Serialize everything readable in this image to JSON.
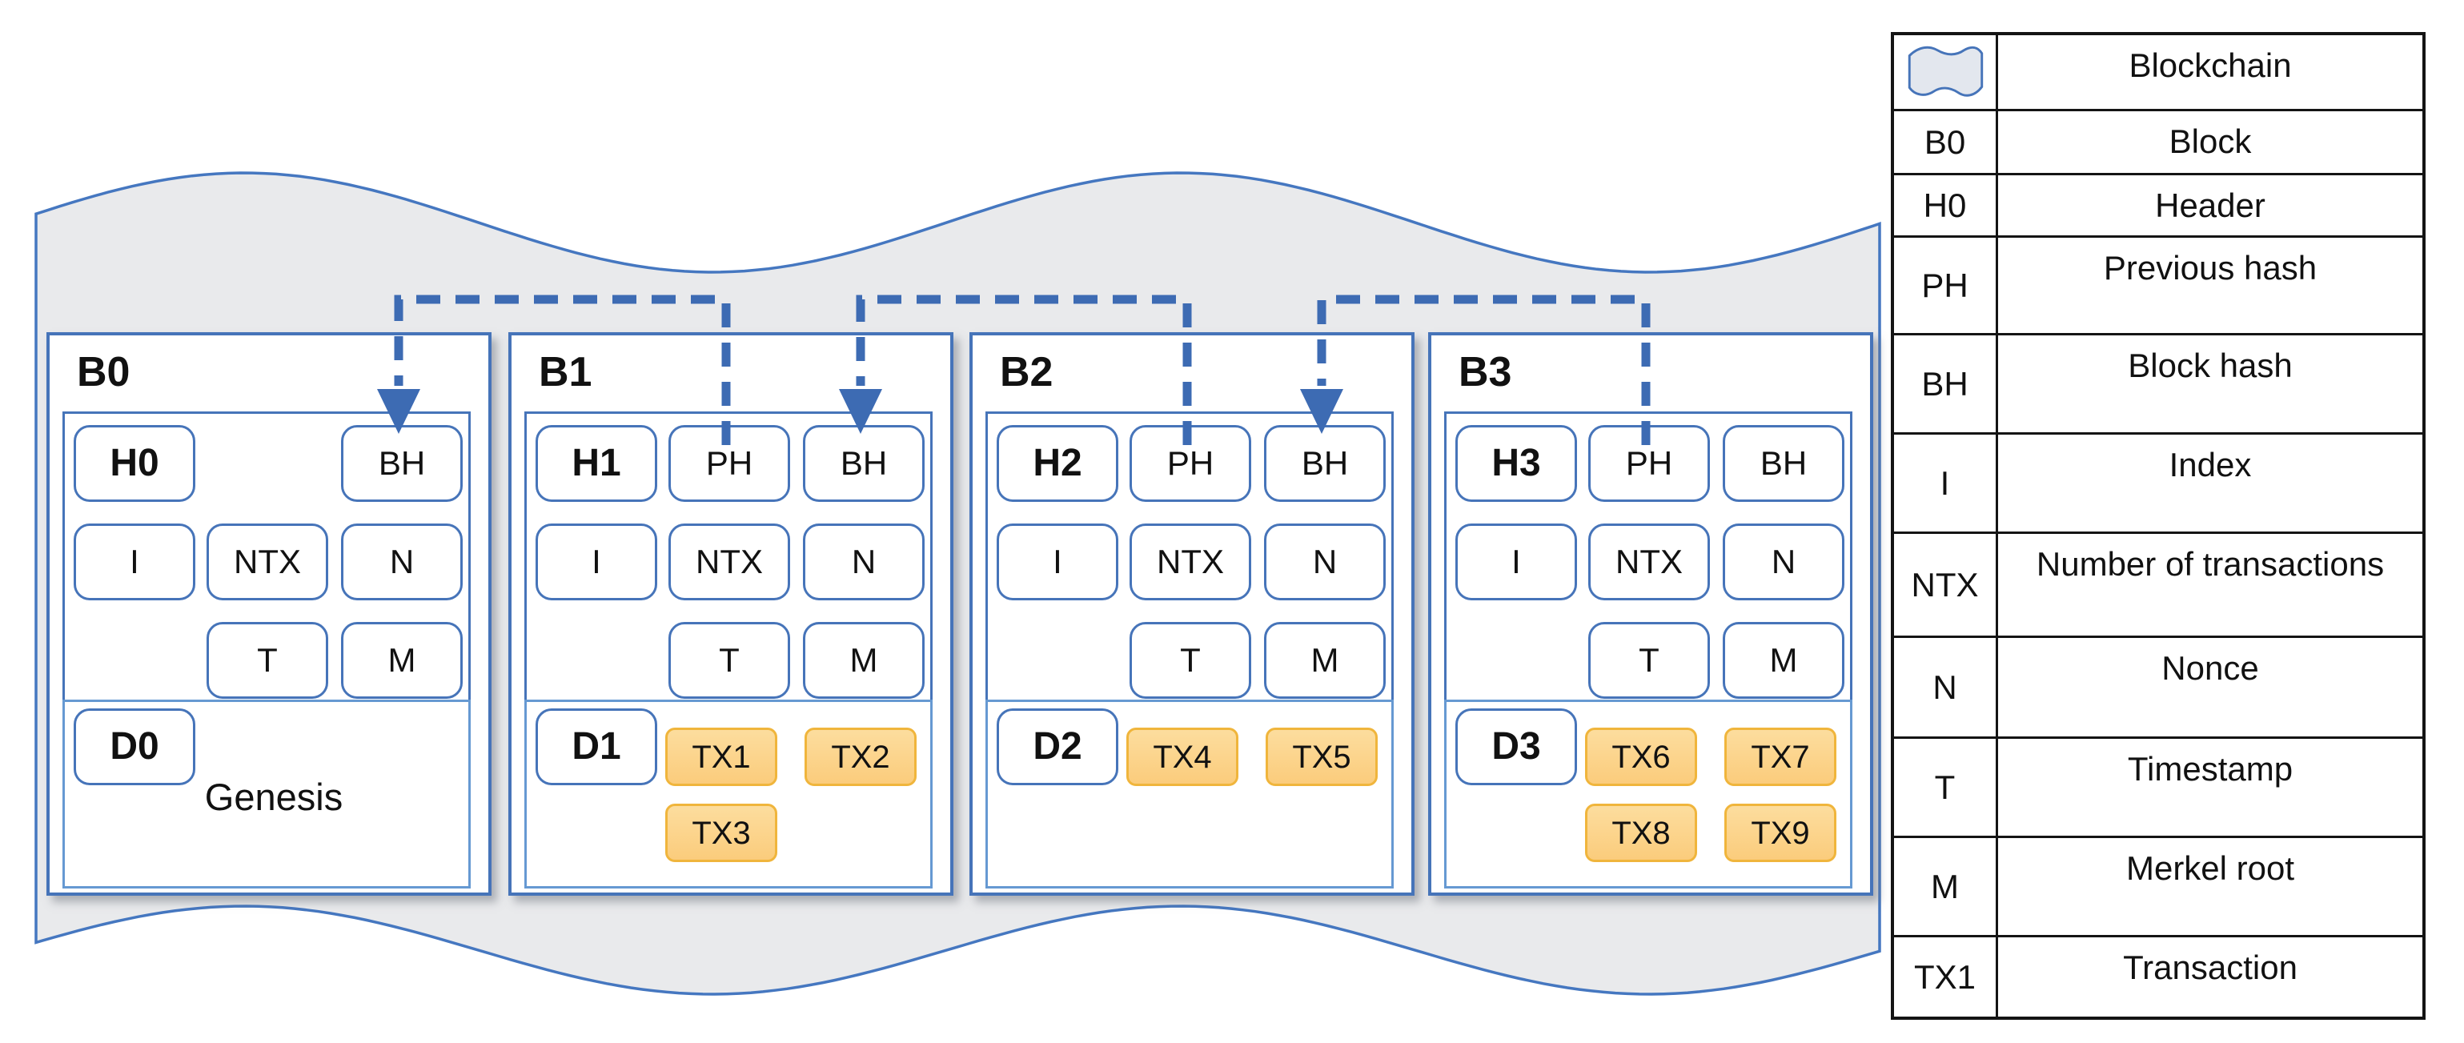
{
  "figure": {
    "kind": "blockchain-structure-diagram"
  },
  "colors": {
    "accent_blue": "#4674b9",
    "light_blue": "#6699d2",
    "connector_blue": "#3d6bb3",
    "ribbon_fill": "#e9eaec",
    "ribbon_stroke": "#4577c0",
    "tx_fill_top": "#fcdd9e",
    "tx_fill_bottom": "#fbcc7c",
    "tx_border": "#f0b53c",
    "table_border": "#141414",
    "text": "#111111"
  },
  "field_labels": {
    "previous_hash": "PH",
    "block_hash": "BH",
    "index": "I",
    "num_transactions": "NTX",
    "nonce": "N",
    "timestamp": "T",
    "merkle_root": "M"
  },
  "blocks": [
    {
      "label": "B0",
      "header_label": "H0",
      "has_previous_hash": false,
      "data_label": "D0",
      "data_text": "Genesis",
      "transactions": []
    },
    {
      "label": "B1",
      "header_label": "H1",
      "has_previous_hash": true,
      "data_label": "D1",
      "data_text": "",
      "transactions": [
        "TX1",
        "TX2",
        "TX3"
      ]
    },
    {
      "label": "B2",
      "header_label": "H2",
      "has_previous_hash": true,
      "data_label": "D2",
      "data_text": "",
      "transactions": [
        "TX4",
        "TX5"
      ]
    },
    {
      "label": "B3",
      "header_label": "H3",
      "has_previous_hash": true,
      "data_label": "D3",
      "data_text": "",
      "transactions": [
        "TX6",
        "TX7",
        "TX8",
        "TX9"
      ]
    }
  ],
  "connectors": [
    {
      "from": "B1",
      "to": "B0"
    },
    {
      "from": "B2",
      "to": "B1"
    },
    {
      "from": "B3",
      "to": "B2"
    }
  ],
  "legend": {
    "rows": [
      {
        "key": "",
        "icon": "blockchain-ribbon-icon",
        "description": "Blockchain"
      },
      {
        "key": "B0",
        "description": "Block"
      },
      {
        "key": "H0",
        "description": "Header"
      },
      {
        "key": "PH",
        "description": "Previous hash"
      },
      {
        "key": "BH",
        "description": "Block hash"
      },
      {
        "key": "I",
        "description": "Index"
      },
      {
        "key": "NTX",
        "description": "Number of transactions"
      },
      {
        "key": "N",
        "description": "Nonce"
      },
      {
        "key": "T",
        "description": "Timestamp"
      },
      {
        "key": "M",
        "description": "Merkel root"
      },
      {
        "key": "TX1",
        "description": "Transaction"
      }
    ]
  }
}
